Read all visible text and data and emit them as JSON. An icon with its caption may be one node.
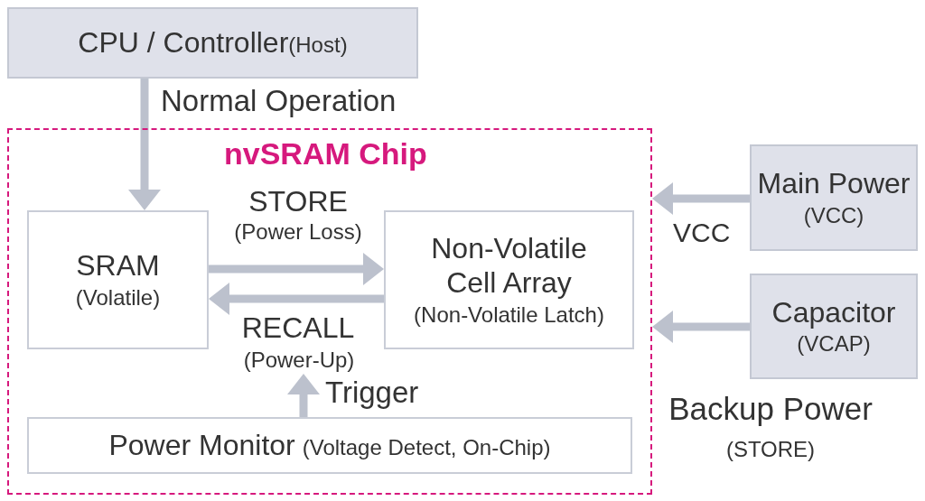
{
  "diagram": {
    "nodes": [
      {
        "text": [
          "CPU / Controller",
          "(Host)"
        ]
      },
      {
        "text": [
          "nvSRAM Chip"
        ]
      },
      {
        "text": [
          "SRAM",
          "(Volatile)"
        ],
        "in": 1
      },
      {
        "text": [
          "Non-Volatile Cell Array",
          "(Non-Volatile Latch)"
        ],
        "in": 1
      },
      {
        "text": [
          "Power Monitor",
          "(Voltage Detect, On-Chip)"
        ],
        "in": 1
      },
      {
        "text": [
          "Main Power",
          "(VCC)"
        ]
      },
      {
        "text": [
          "Capacitor",
          "(VCAP)"
        ],
        "beside": [
          "Backup Power",
          "(STORE)"
        ]
      },
      {
        "text": [
          "(Power-Up)"
        ],
        "in": 1
      }
    ],
    "edges": [
      {
        "from": 0,
        "to": 2,
        "arrow": "to",
        "label": "Normal Operation"
      },
      {
        "from": 2,
        "to": 3,
        "arrow": "to",
        "label": "STORE"
      },
      {
        "from": 3,
        "to": 2,
        "arrow": "to",
        "label": "RECALL"
      },
      {
        "from": 4,
        "to": 7,
        "arrow": "to",
        "label": "Trigger"
      },
      {
        "from": 5,
        "to": 1,
        "arrow": "to",
        "label": "VCC"
      },
      {
        "from": 6,
        "to": 1,
        "arrow": "to"
      }
    ],
    "labels": [
      "(Power Loss)"
    ]
  }
}
